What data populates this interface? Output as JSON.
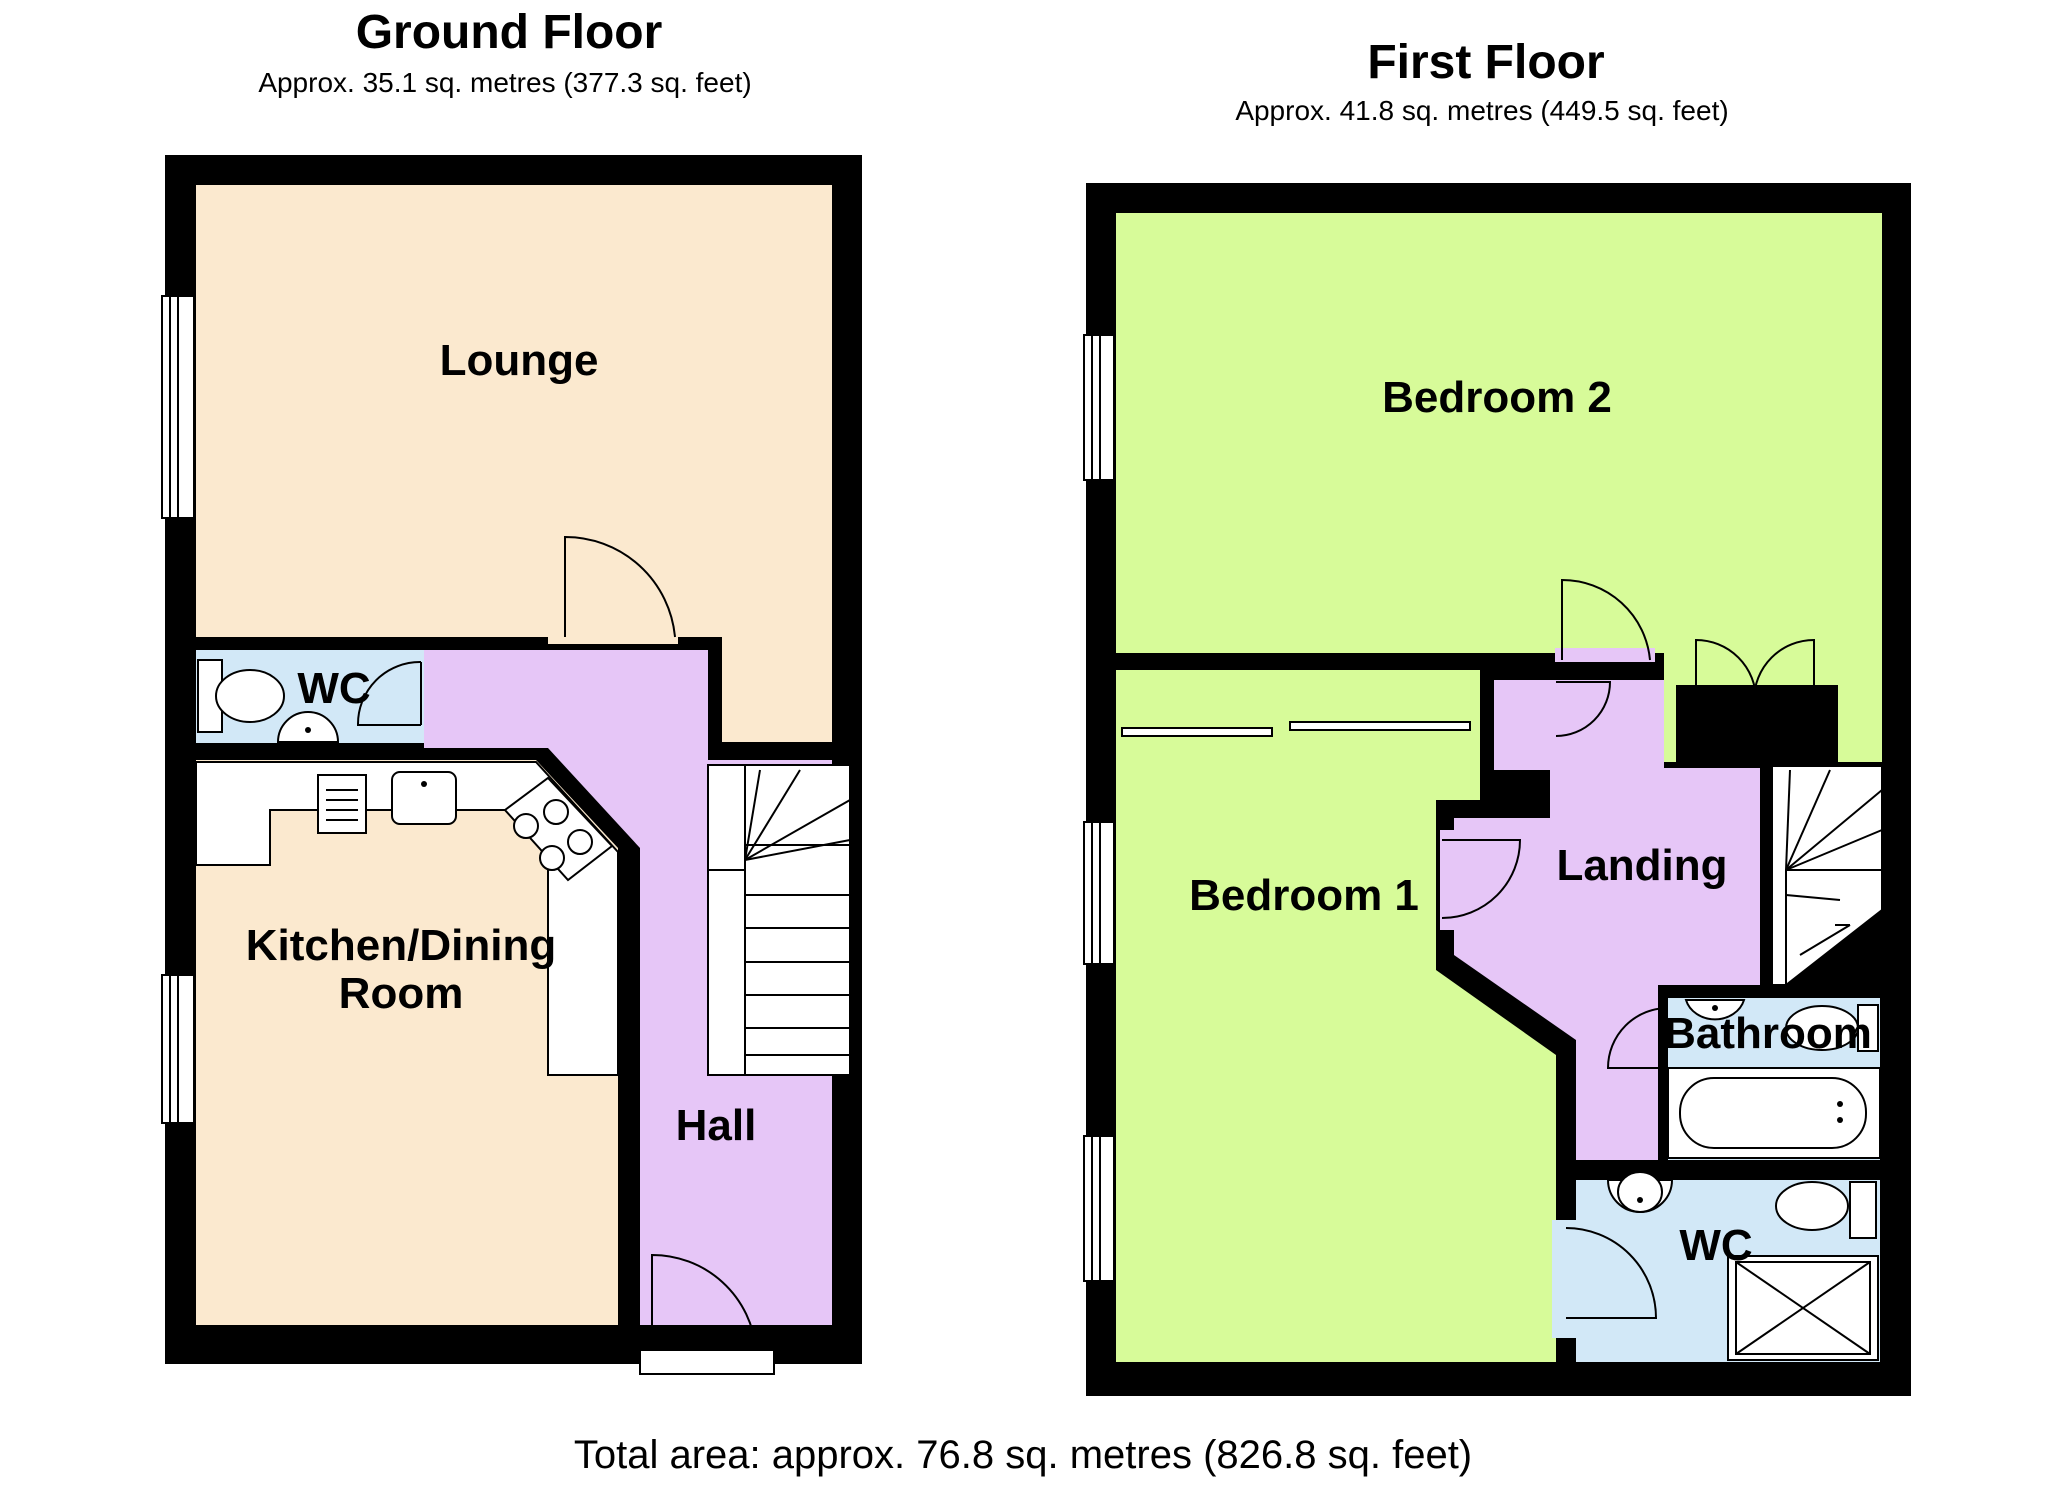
{
  "ground_floor": {
    "title": "Ground Floor",
    "area": "Approx. 35.1 sq. metres (377.3 sq. feet)",
    "rooms": {
      "lounge": "Lounge",
      "wc": "WC",
      "kitchen_line1": "Kitchen/Dining",
      "kitchen_line2": "Room",
      "hall": "Hall"
    }
  },
  "first_floor": {
    "title": "First Floor",
    "area": "Approx. 41.8 sq. metres (449.5 sq. feet)",
    "rooms": {
      "bedroom2": "Bedroom 2",
      "bedroom1": "Bedroom 1",
      "landing": "Landing",
      "bathroom": "Bathroom",
      "wc": "WC"
    }
  },
  "total_area": "Total area: approx. 76.8 sq. metres (826.8 sq. feet)",
  "colors": {
    "wall": "#000000",
    "lounge_kitchen": "#fbe9cf",
    "hall_landing": "#e6c6f7",
    "wc_bathroom": "#d2e8f7",
    "bedrooms": "#d7fb99",
    "fixture": "#ffffff"
  },
  "icons": [
    "window-icon",
    "door-swing-icon",
    "staircase-icon",
    "toilet-icon",
    "sink-icon",
    "hob-icon",
    "bath-icon",
    "shower-tray-icon",
    "wardrobe-icon"
  ]
}
